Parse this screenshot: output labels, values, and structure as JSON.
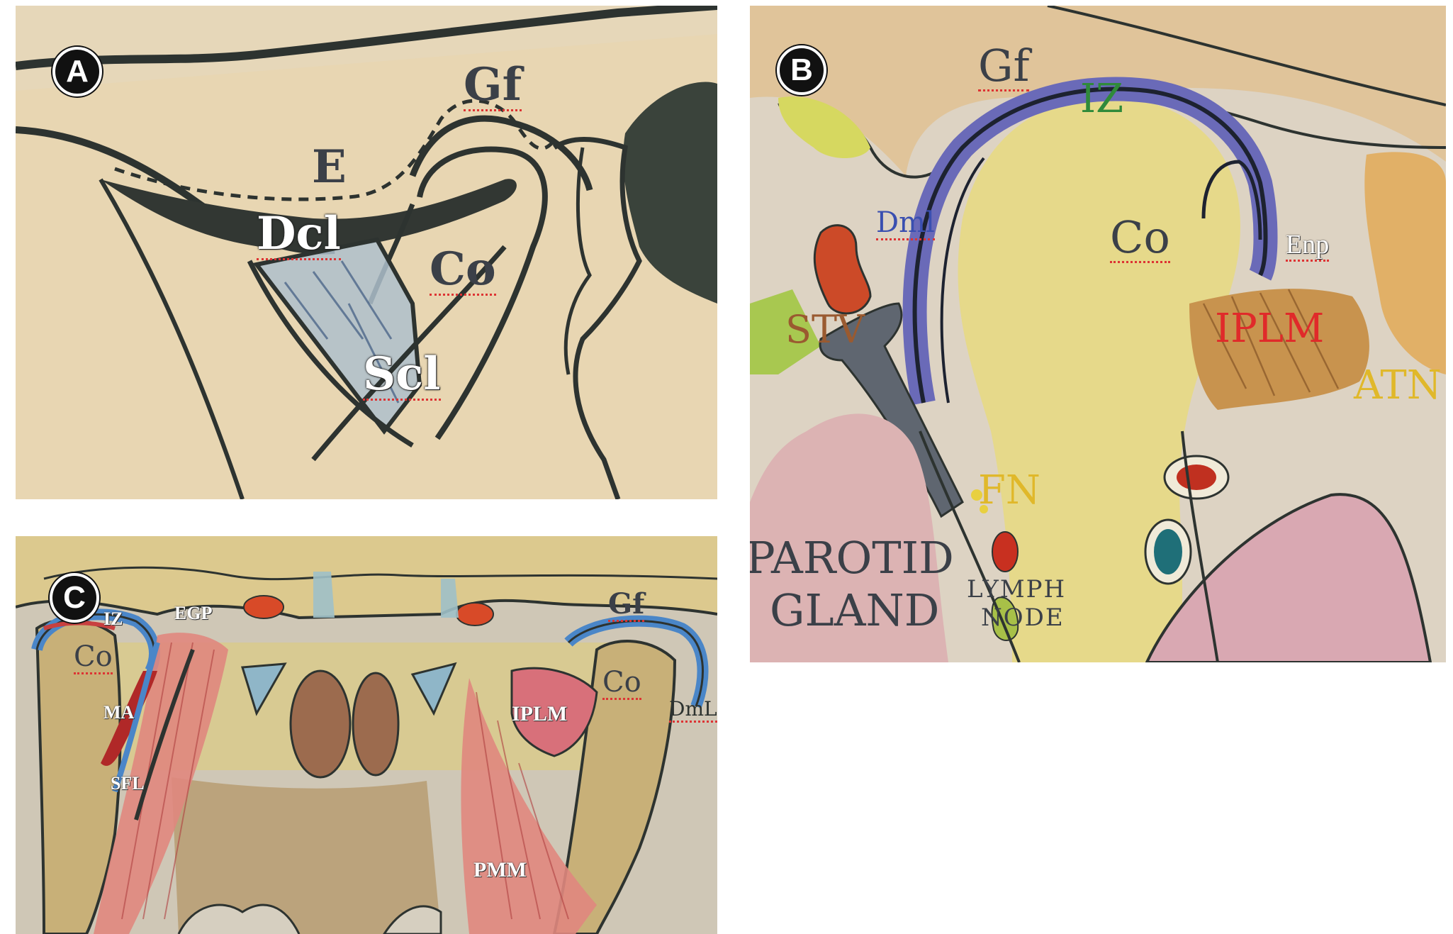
{
  "panels": {
    "a": {
      "badge": "A",
      "labels": {
        "gf": "Gf",
        "e": "E",
        "dcl": "Dcl",
        "co": "Co",
        "scl": "Scl"
      }
    },
    "b": {
      "badge": "B",
      "labels": {
        "gf": "Gf",
        "iz": "IZ",
        "dml": "Dml",
        "co": "Co",
        "enp": "Enp",
        "stv": "STV",
        "iplm": "IPLM",
        "atn": "ATN",
        "fn": "FN",
        "parotid_line1": "PAROTID",
        "parotid_line2": "GLAND",
        "lymph_line1": "LYMPH",
        "lymph_line2": "NODE"
      }
    },
    "c": {
      "badge": "C",
      "labels": {
        "iz": "IZ",
        "egp": "EGP",
        "gf": "Gf",
        "co_left": "Co",
        "co_right": "Co",
        "ma": "MA",
        "sfl": "SFL",
        "iplm": "IPLM",
        "dml": "DmL",
        "pmm": "PMM"
      }
    }
  },
  "colors": {
    "paper": "#e8d8b8",
    "ink": "#2d3330",
    "label_dark": "#3b4048",
    "label_blue": "#3a4fb0",
    "label_green": "#2f8a3a",
    "label_red": "#e02a2a",
    "label_yellow": "#e0b82a",
    "label_brown": "#9a5a30",
    "underline": "#d33333"
  }
}
